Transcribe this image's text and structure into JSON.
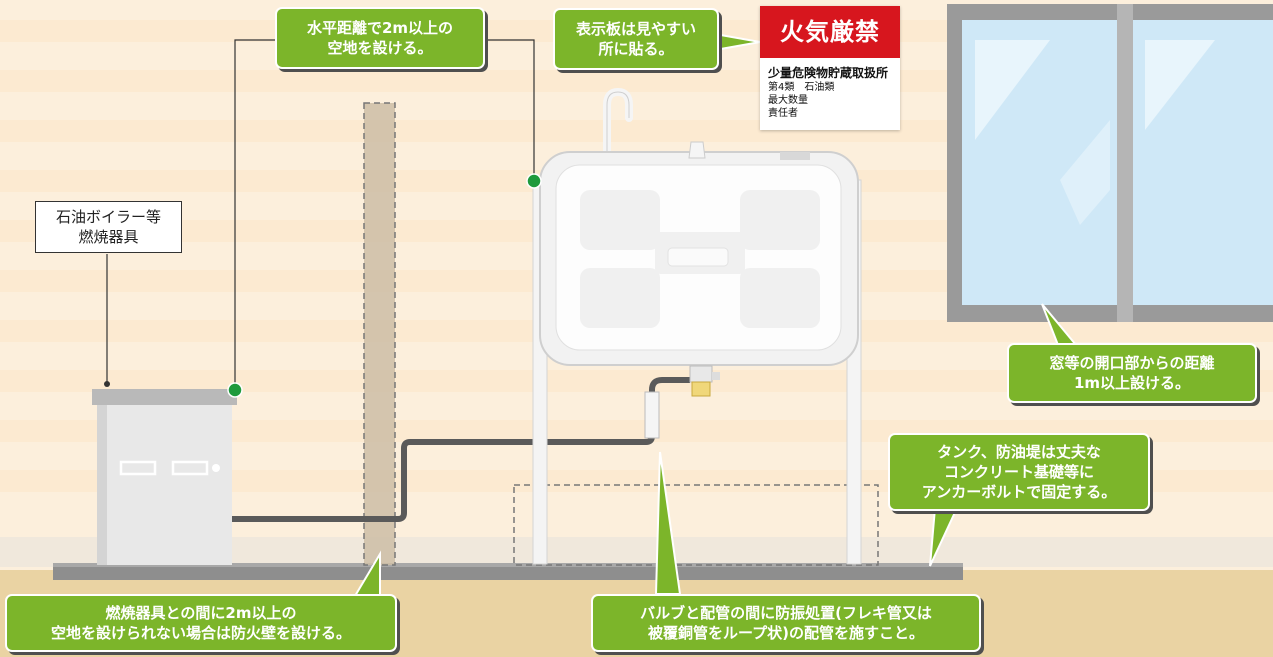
{
  "callouts": {
    "distance_2m": [
      "水平距離で2m以上の",
      "空地を設ける。"
    ],
    "sign_place": [
      "表示板は見やすい",
      "所に貼る。"
    ],
    "window": [
      "窓等の開口部からの距離",
      "1m以上設ける。"
    ],
    "foundation": [
      "タンク、防油堤は丈夫な",
      "コンクリート基礎等に",
      "アンカーボルトで固定する。"
    ],
    "firewall": [
      "燃焼器具との間に2m以上の",
      "空地を設けられない場合は防火壁を設ける。"
    ],
    "valve": [
      "バルブと配管の間に防振処置(フレキ管又は",
      "被覆銅管をループ状)の配管を施すこと。"
    ]
  },
  "boiler_label": [
    "石油ボイラー等",
    "燃焼器具"
  ],
  "sign": {
    "header": "火気厳禁",
    "line1": "少量危険物貯蔵取扱所",
    "line2": "第4類　石油類",
    "line3": "最大数量",
    "line4": "責任者"
  },
  "colors": {
    "callout_green": "#7cb52a",
    "sign_red": "#d7161e",
    "pointer_green": "#1e9a3c"
  }
}
